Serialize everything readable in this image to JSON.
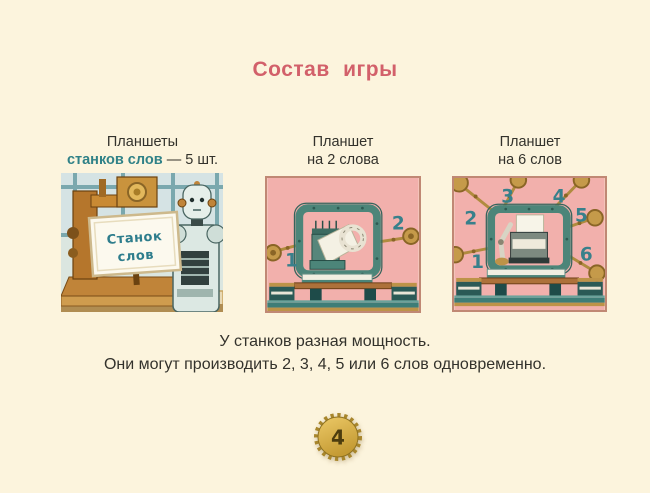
{
  "page": {
    "title": "Состав игры",
    "page_number": "4"
  },
  "captions": {
    "col1": {
      "line1": "Планшеты",
      "highlight": "станков слов",
      "rest": " — 5 шт."
    },
    "col2": {
      "line1": "Планшет",
      "line2": "на 2 слова"
    },
    "col3": {
      "line1": "Планшет",
      "line2": "на 6 слов"
    }
  },
  "illustrations": {
    "machine_board": {
      "sign_line1": "Станок",
      "sign_line2": "слов"
    },
    "board_2": {
      "numbers": [
        "1",
        "2"
      ]
    },
    "board_6": {
      "numbers": [
        "1",
        "2",
        "3",
        "4",
        "5",
        "6"
      ]
    }
  },
  "footer": {
    "line1": "У станков разная мощность.",
    "line2": "Они могут производить 2, 3, 4, 5 или 6 слов одновременно."
  },
  "colors": {
    "background": "#fcf4dd",
    "title": "#d2606a",
    "body_text": "#33322c",
    "teal_text": "#2f8187",
    "board_pink": "#f2b0ac",
    "board_border": "#c08874",
    "frame_teal": "#4c8579",
    "brass": "#bd9348",
    "badge_gold": "#d7ac44"
  }
}
